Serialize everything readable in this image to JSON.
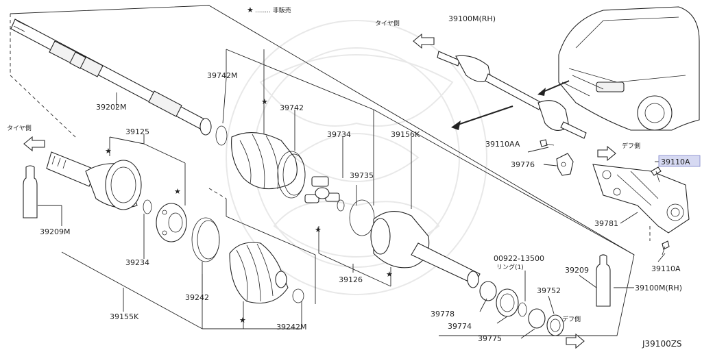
{
  "legend": {
    "star_symbol": "★",
    "text": "........ 非販売"
  },
  "direction_labels": {
    "tire_side_top": "タイヤ側",
    "tire_side_left": "タイヤ側",
    "diff_side_right": "デフ側",
    "diff_side_bottom": "デフ側"
  },
  "parts": {
    "p39100m_rh_top": "39100M(RH)",
    "p39202m": "39202M",
    "p39742m": "39742M",
    "p39742": "39742",
    "p39734": "39734",
    "p39156k": "39156K",
    "p39735": "39735",
    "p39125": "39125",
    "p39209m": "39209M",
    "p39234": "39234",
    "p39155k": "39155K",
    "p39242": "39242",
    "p39242m": "39242M",
    "p39126": "39126",
    "p39110aa": "39110AA",
    "p39776": "39776",
    "p39110a_hl": "39110A",
    "p39781": "39781",
    "p39110a_bottom": "39110A",
    "p00922": "00922-13500",
    "ring": "リング(1)",
    "p39209": "39209",
    "p39100m_rh_right": "39100M(RH)",
    "p39778": "39778",
    "p39774": "39774",
    "p39752": "39752",
    "p39775": "39775"
  },
  "diagram_code": "J39100ZS",
  "highlight_color": "#d6d9f2"
}
